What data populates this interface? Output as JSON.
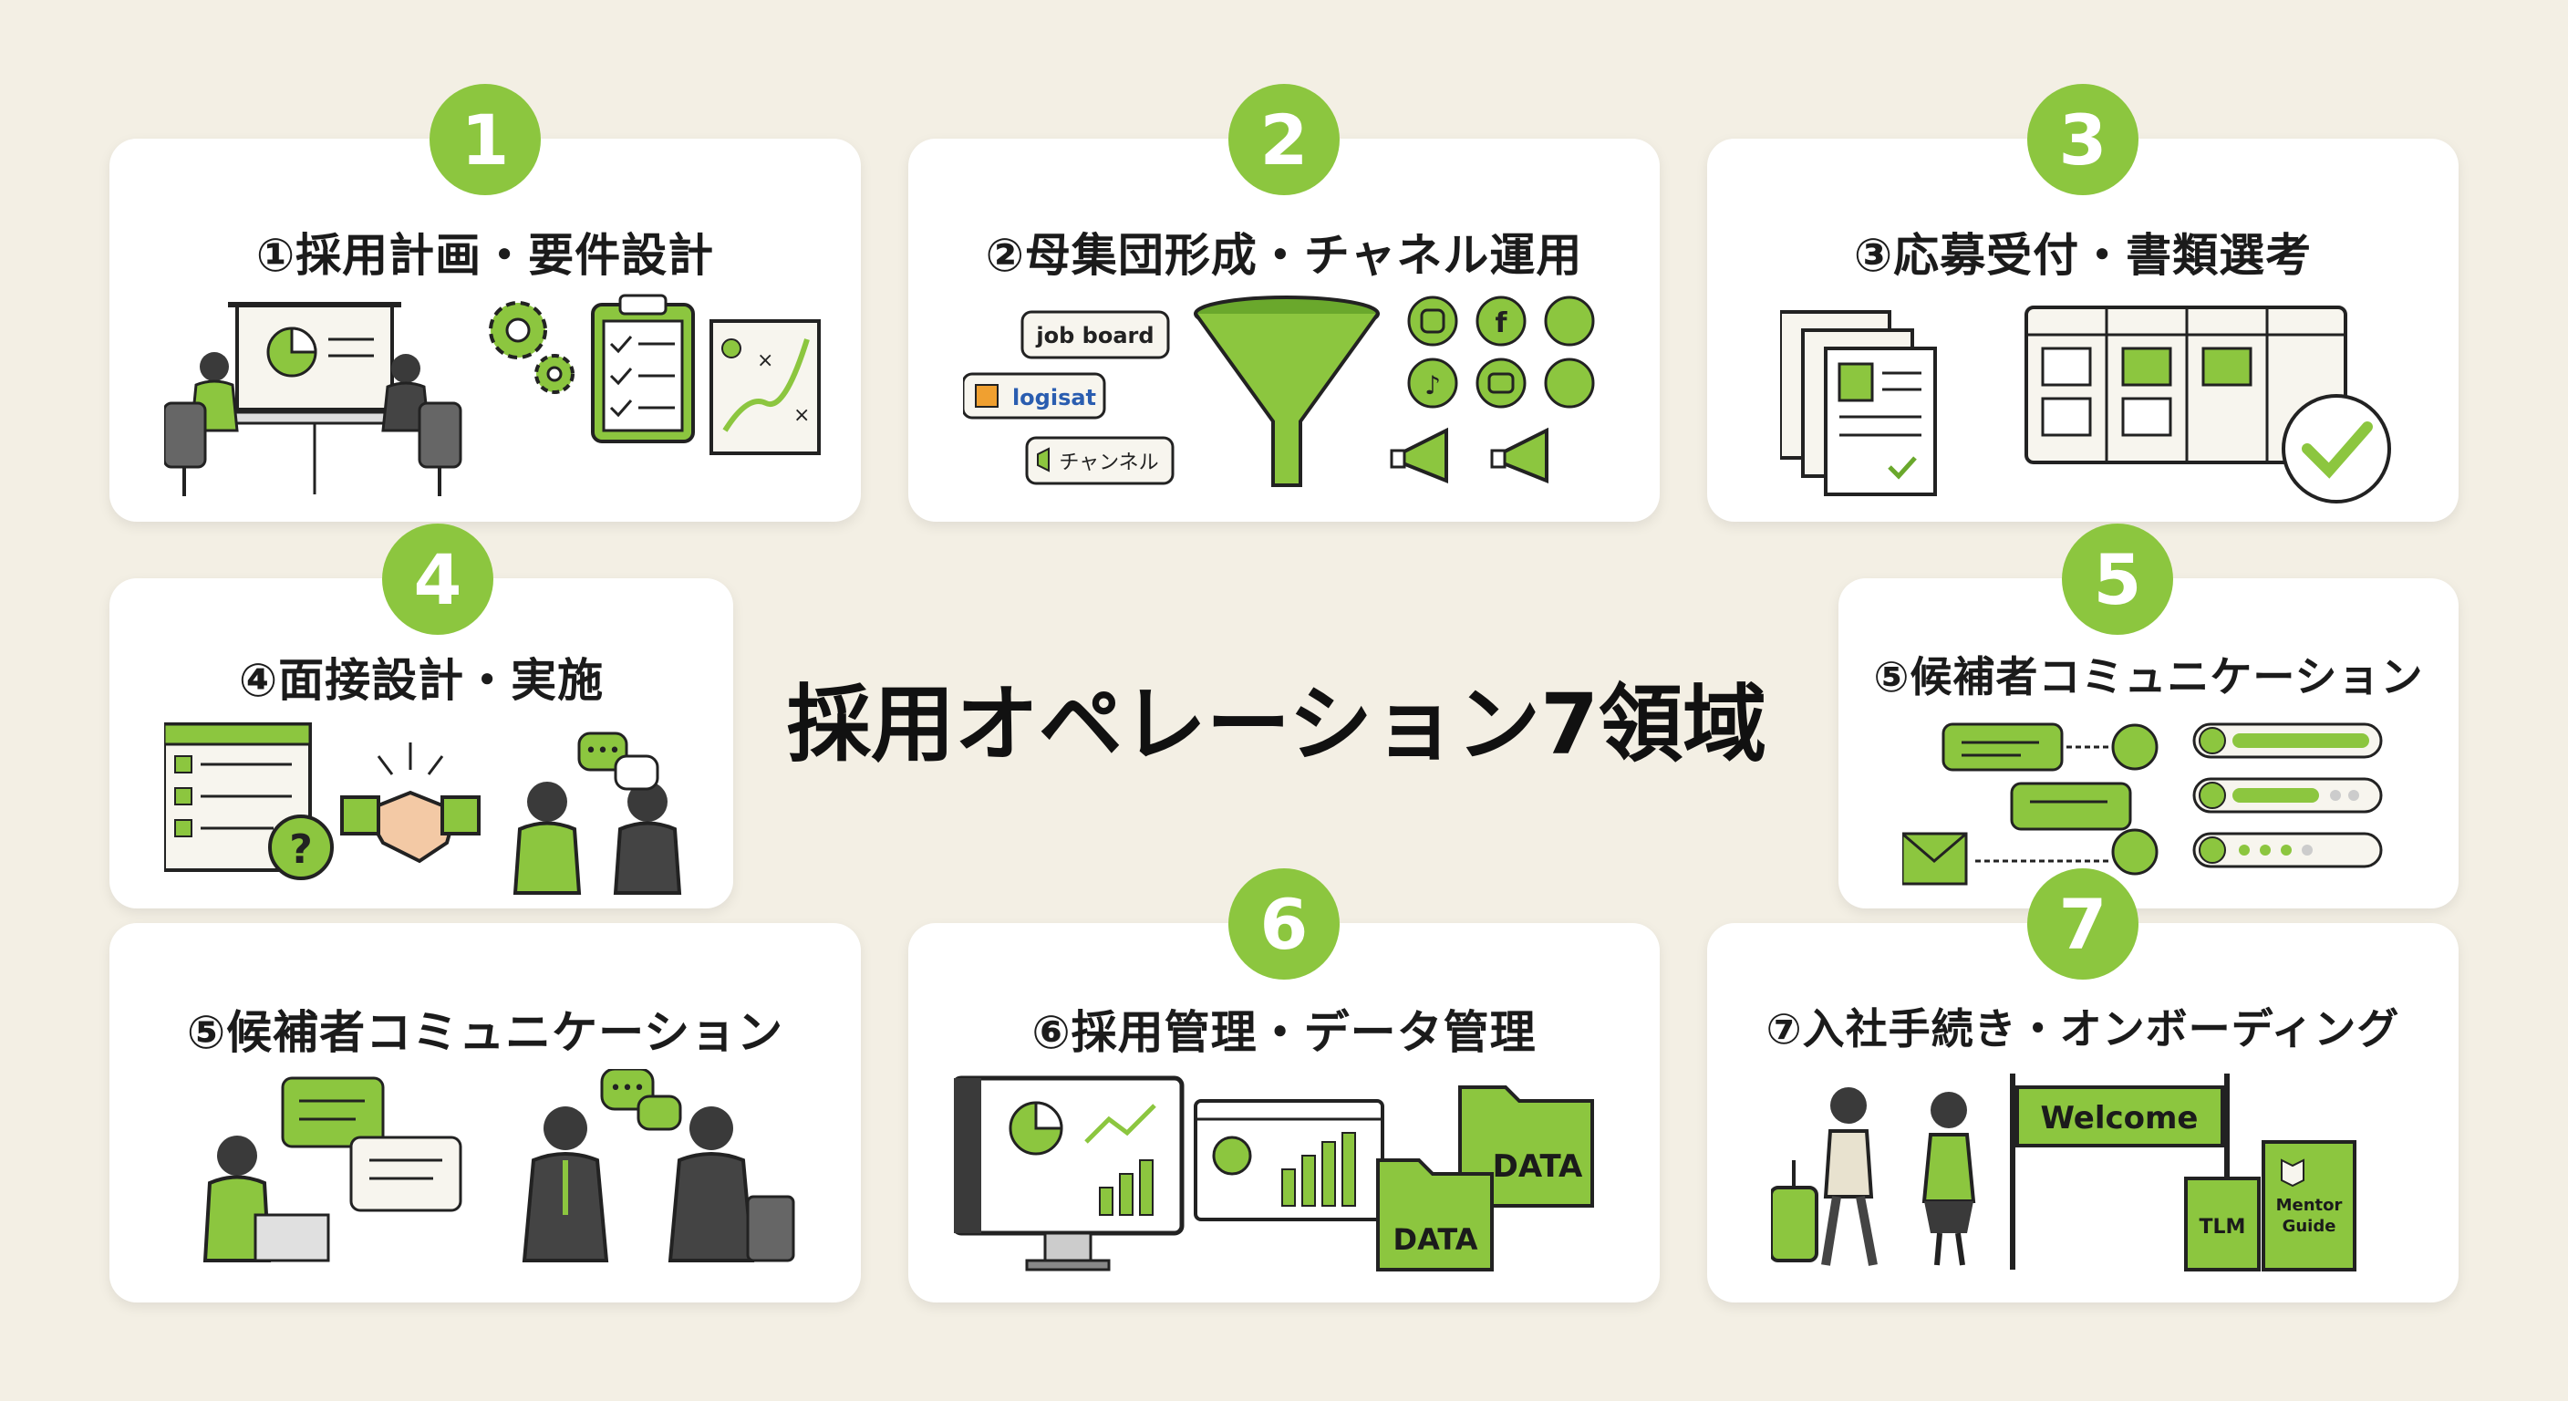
{
  "main_title": "採用オペレーション7領域",
  "colors": {
    "accent": "#8cc63f",
    "background": "#f3efe4",
    "card": "#ffffff",
    "ink": "#1b1b1b"
  },
  "cards": [
    {
      "number": "1",
      "title": "①採用計画・要件設計"
    },
    {
      "number": "2",
      "title": "②母集団形成・チャネル運用",
      "tags": {
        "job_board": "job board",
        "logo": "logisat",
        "channel": "チャンネル"
      }
    },
    {
      "number": "3",
      "title": "③応募受付・書類選考"
    },
    {
      "number": "4",
      "title": "④面接設計・実施"
    },
    {
      "number": "5",
      "title": "⑤候補者コミュニケーション"
    },
    {
      "title": "⑤候補者コミュニケーション"
    },
    {
      "number": "6",
      "title": "⑥採用管理・データ管理",
      "folder_label": "DATA"
    },
    {
      "number": "7",
      "title": "⑦入社手続き・オンボーディング",
      "banner": "Welcome",
      "book1": "TLM",
      "book2_line1": "Mentor",
      "book2_line2": "Guide"
    }
  ]
}
